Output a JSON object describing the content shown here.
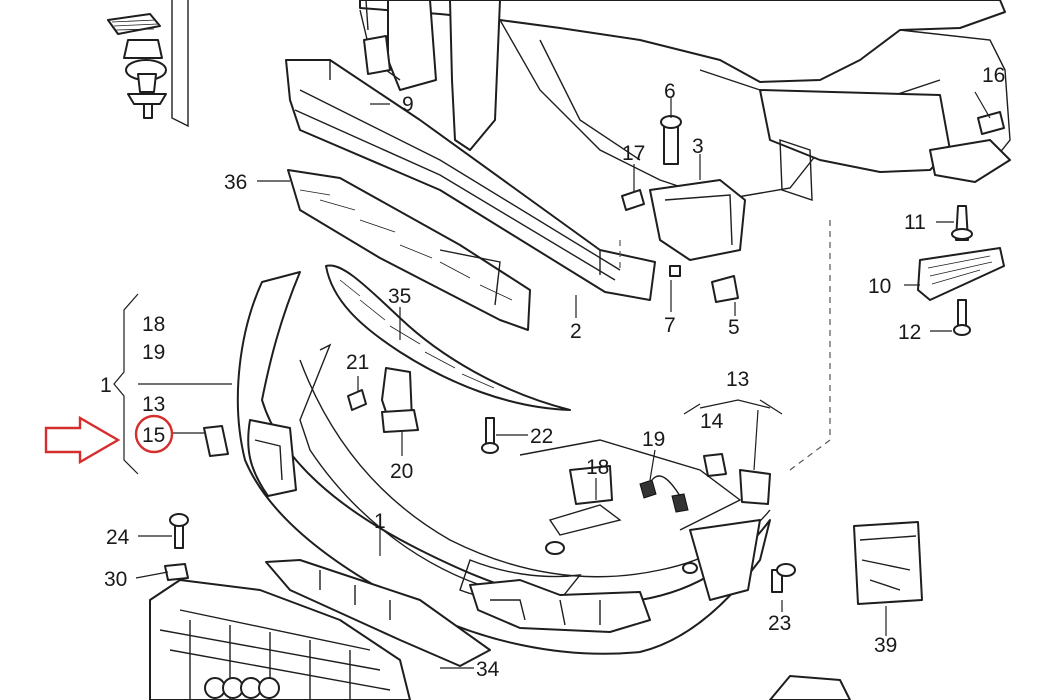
{
  "diagram": {
    "callouts": [
      {
        "id": "c16",
        "text": "16"
      },
      {
        "id": "c9",
        "text": "9"
      },
      {
        "id": "c6",
        "text": "6"
      },
      {
        "id": "c17",
        "text": "17"
      },
      {
        "id": "c3",
        "text": "3"
      },
      {
        "id": "c36",
        "text": "36"
      },
      {
        "id": "c11",
        "text": "11"
      },
      {
        "id": "c10",
        "text": "10"
      },
      {
        "id": "c12",
        "text": "12"
      },
      {
        "id": "c35",
        "text": "35"
      },
      {
        "id": "c2",
        "text": "2"
      },
      {
        "id": "c7",
        "text": "7"
      },
      {
        "id": "c5",
        "text": "5"
      },
      {
        "id": "c18a",
        "text": "18"
      },
      {
        "id": "c19a",
        "text": "19"
      },
      {
        "id": "c1a",
        "text": "1"
      },
      {
        "id": "c13a",
        "text": "13"
      },
      {
        "id": "c15",
        "text": "15"
      },
      {
        "id": "c21",
        "text": "21"
      },
      {
        "id": "c22",
        "text": "22"
      },
      {
        "id": "c20",
        "text": "20"
      },
      {
        "id": "c13b",
        "text": "13"
      },
      {
        "id": "c14",
        "text": "14"
      },
      {
        "id": "c19b",
        "text": "19"
      },
      {
        "id": "c18b",
        "text": "18"
      },
      {
        "id": "c1b",
        "text": "1"
      },
      {
        "id": "c24",
        "text": "24"
      },
      {
        "id": "c30",
        "text": "30"
      },
      {
        "id": "c23",
        "text": "23"
      },
      {
        "id": "c39",
        "text": "39"
      },
      {
        "id": "c34",
        "text": "34"
      }
    ],
    "highlight": {
      "target": "15",
      "circle_color": "#d62d2d",
      "arrow_color": "#d62d2d"
    }
  }
}
